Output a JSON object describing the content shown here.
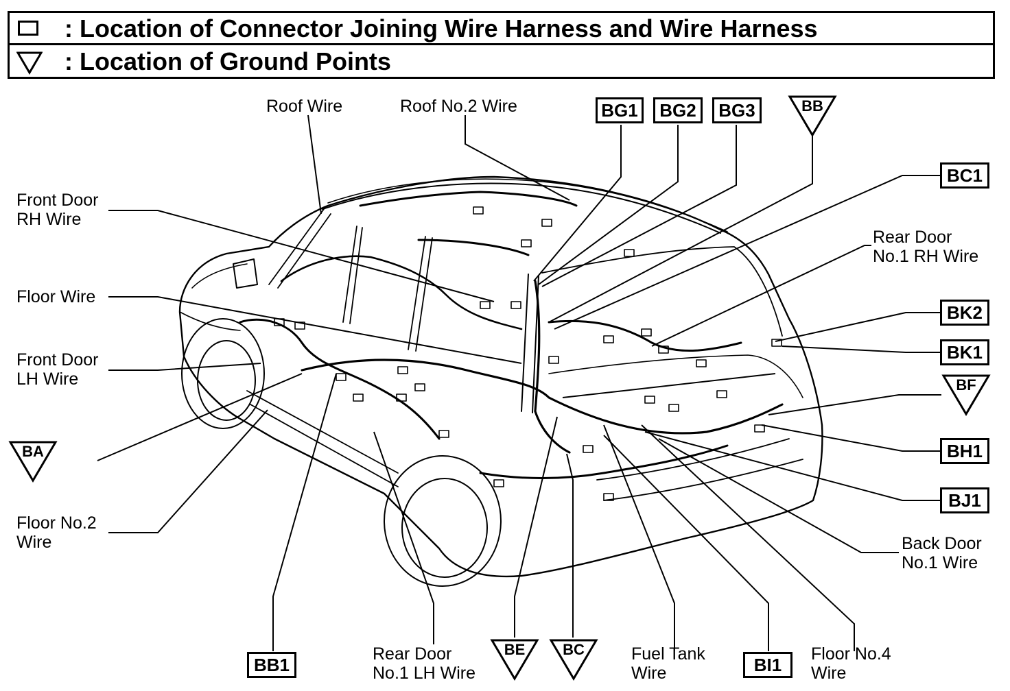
{
  "legend": {
    "connector_text": ": Location of Connector Joining Wire Harness and Wire Harness",
    "ground_text": ": Location of Ground Points",
    "connector_icon": "rectangle-outline",
    "ground_icon": "triangle-down-outline"
  },
  "wire_labels": {
    "roof_wire": "Roof Wire",
    "roof_no2_wire": "Roof No.2 Wire",
    "front_door_rh_wire_1": "Front Door",
    "front_door_rh_wire_2": "RH Wire",
    "floor_wire": "Floor Wire",
    "front_door_lh_wire_1": "Front Door",
    "front_door_lh_wire_2": "LH Wire",
    "floor_no2_wire_1": "Floor No.2",
    "floor_no2_wire_2": "Wire",
    "rear_door_no1_rh_wire_1": "Rear Door",
    "rear_door_no1_rh_wire_2": "No.1 RH Wire",
    "back_door_no1_wire_1": "Back Door",
    "back_door_no1_wire_2": "No.1 Wire",
    "rear_door_no1_lh_wire_1": "Rear Door",
    "rear_door_no1_lh_wire_2": "No.1 LH Wire",
    "fuel_tank_wire_1": "Fuel Tank",
    "fuel_tank_wire_2": "Wire",
    "floor_no4_wire_1": "Floor No.4",
    "floor_no4_wire_2": "Wire"
  },
  "connector_codes": {
    "bg1": "BG1",
    "bg2": "BG2",
    "bg3": "BG3",
    "bc1": "BC1",
    "bk2": "BK2",
    "bk1": "BK1",
    "bh1": "BH1",
    "bj1": "BJ1",
    "bb1": "BB1",
    "bi1": "BI1"
  },
  "ground_codes": {
    "bb": "BB",
    "bf": "BF",
    "ba": "BA",
    "be": "BE",
    "bc": "BC"
  }
}
